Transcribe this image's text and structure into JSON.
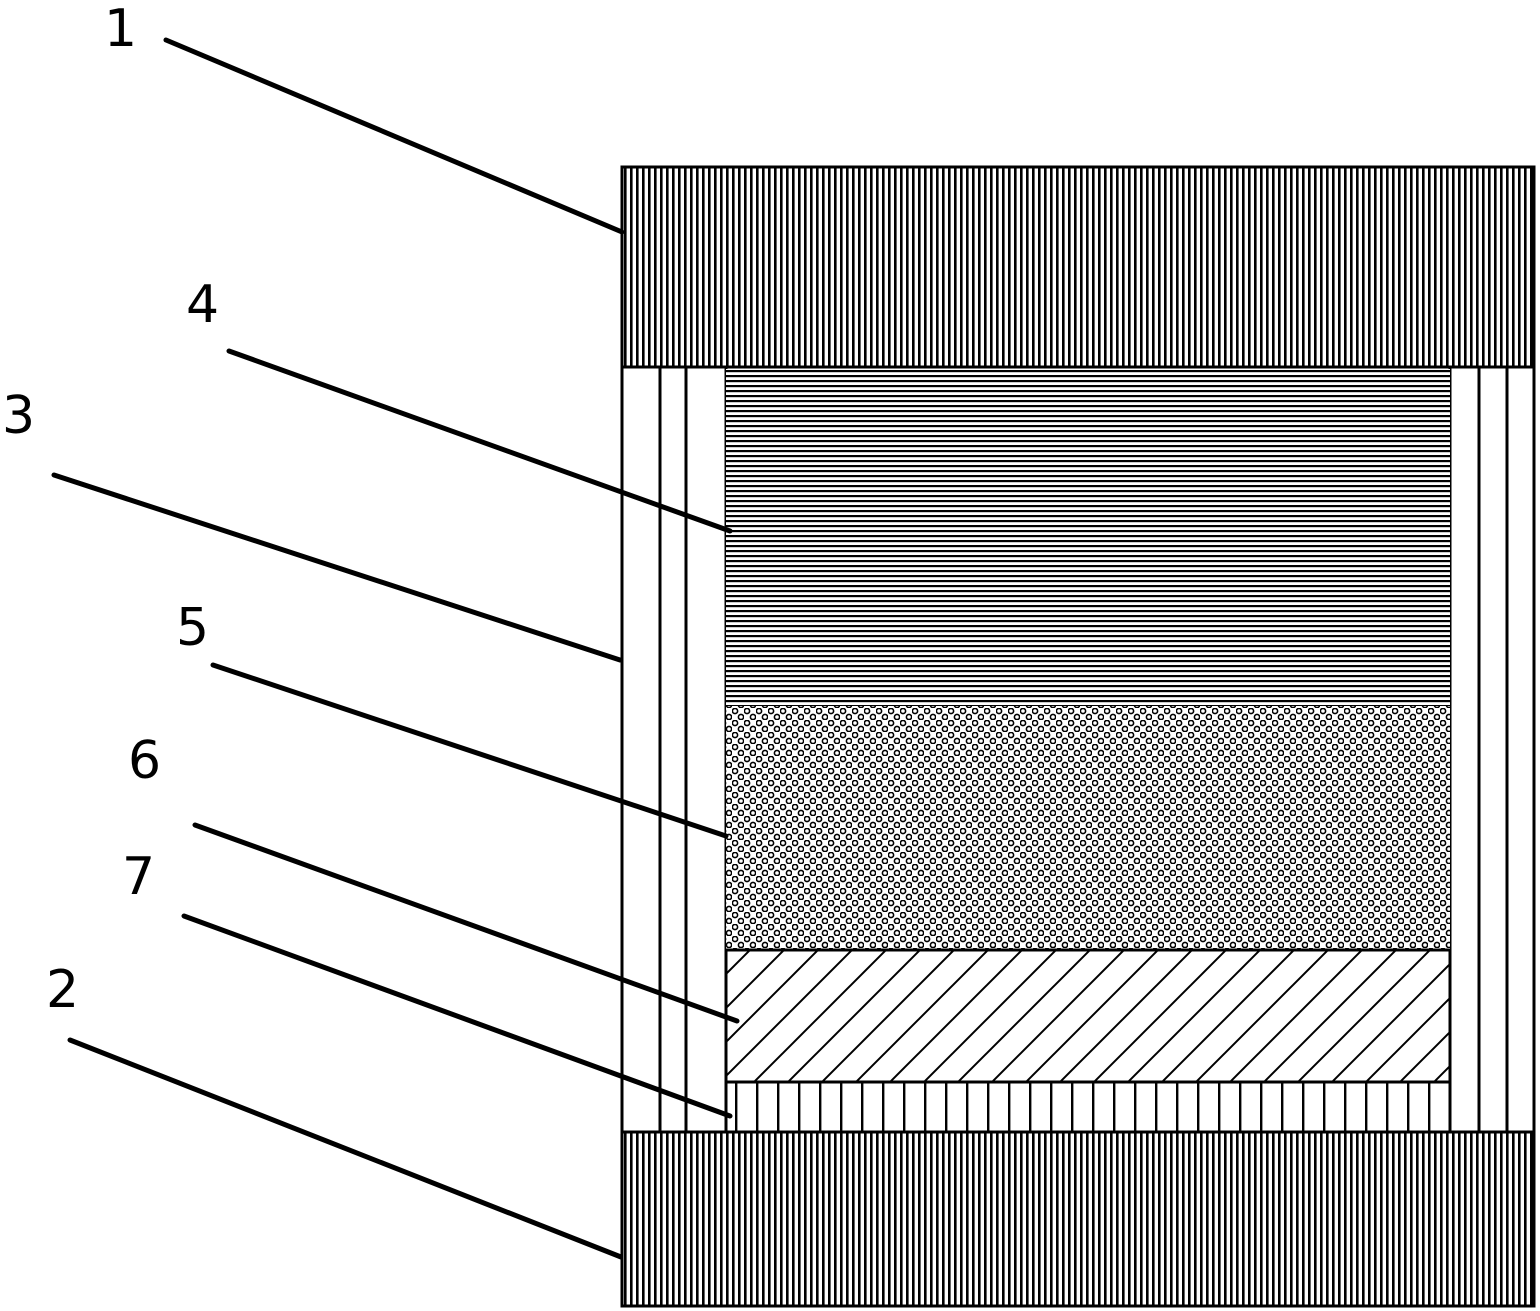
{
  "labels": {
    "l1": "1",
    "l2": "2",
    "l3": "3",
    "l4": "4",
    "l5": "5",
    "l6": "6",
    "l7": "7"
  },
  "colors": {
    "line": "#000000",
    "background": "#ffffff"
  }
}
